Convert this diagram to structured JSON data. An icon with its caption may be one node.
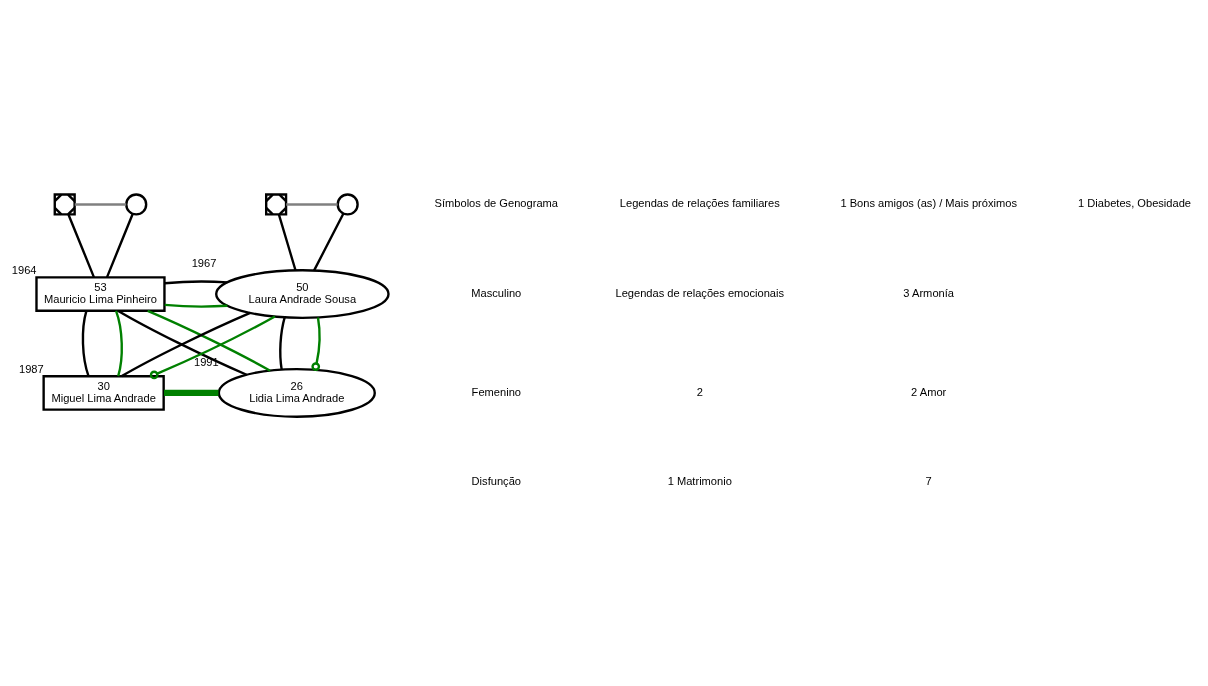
{
  "diagram": {
    "nodes": [
      {
        "text": [],
        "shape": "box"
      },
      {
        "text": [],
        "shape": "circle"
      },
      {
        "text": [],
        "shape": "box"
      },
      {
        "text": [],
        "shape": "circle"
      },
      {
        "text": [
          "53",
          "Mauricio Lima Pinheiro"
        ],
        "beside": [
          "1964"
        ]
      },
      {
        "text": [
          "50",
          "Laura Andrade Sousa"
        ],
        "beside": [
          "1967"
        ]
      },
      {
        "text": [
          "30",
          "Miguel Lima Andrade"
        ],
        "beside": [
          "1987"
        ]
      },
      {
        "text": [
          "26",
          "Lidia Lima Andrade"
        ],
        "beside": [
          "1991"
        ]
      }
    ],
    "edges": [
      {
        "from": 0,
        "to": 1,
        "arrow": "none",
        "color": "#808080"
      },
      {
        "from": 2,
        "to": 3,
        "arrow": "none",
        "color": "#808080"
      },
      {
        "from": 0,
        "to": 4,
        "arrow": "none"
      },
      {
        "from": 1,
        "to": 4,
        "arrow": "none"
      },
      {
        "from": 2,
        "to": 5,
        "arrow": "none"
      },
      {
        "from": 3,
        "to": 5,
        "arrow": "none"
      },
      {
        "from": 4,
        "to": 5,
        "arrow": "none",
        "color": "#008000"
      },
      {
        "from": 4,
        "to": 5,
        "arrow": "none"
      },
      {
        "from": 4,
        "to": 6,
        "arrow": "none"
      },
      {
        "from": 5,
        "to": 6,
        "arrow": "none"
      },
      {
        "from": 4,
        "to": 7,
        "arrow": "none"
      },
      {
        "from": 5,
        "to": 7,
        "arrow": "none"
      },
      {
        "from": 4,
        "to": 6,
        "arrow": "none",
        "color": "#008000"
      },
      {
        "from": 4,
        "to": 7,
        "arrow": "none",
        "color": "#008000"
      },
      {
        "from": 5,
        "to": 6,
        "arrow": "other",
        "color": "#008000"
      },
      {
        "from": 5,
        "to": 7,
        "arrow": "other",
        "color": "#008000"
      },
      {
        "from": 6,
        "to": 7,
        "arrow": "none",
        "style": "thick",
        "color": "#008000"
      }
    ],
    "labels": [
      "Símbolos de Genograma",
      "Masculino",
      "Femenino",
      "Disfunção",
      "Legendas de relações familiares",
      "Legendas de relações emocionais"
    ],
    "legend": [
      {
        "text": "2"
      },
      {
        "text": "1 Matrimonio"
      },
      {
        "text": "1 Bons amigos (as) / Mais próximos"
      },
      {
        "text": "3 Armonía"
      },
      {
        "text": "2 Amor"
      },
      {
        "text": "7"
      },
      {
        "text": "1 Diabetes, Obesidade"
      }
    ]
  }
}
